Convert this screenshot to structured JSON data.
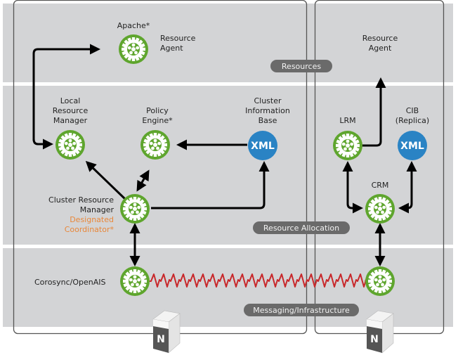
{
  "colors": {
    "band": "#d3d4d6",
    "node_outline": "#555555",
    "gear_green": "#5ea52d",
    "xml_blue": "#2a83c4",
    "pill": "#6a6a6a",
    "heartbeat_red": "#c8282b",
    "designated_orange": "#e8873a",
    "arrow": "#000000"
  },
  "layers": [
    {
      "id": "resources",
      "label": "Resources"
    },
    {
      "id": "allocation",
      "label": "Resource Allocation"
    },
    {
      "id": "messaging",
      "label": "Messaging/Infrastructure"
    }
  ],
  "node1": {
    "apache": {
      "title": "Apache*",
      "side_label": [
        "Resource",
        "Agent"
      ]
    },
    "lrm": {
      "label": [
        "Local",
        "Resource",
        "Manager"
      ]
    },
    "pe": {
      "label": [
        "Policy",
        "Engine*"
      ]
    },
    "cib": {
      "label": [
        "Cluster",
        "Information",
        "Base"
      ],
      "icon_text": "XML"
    },
    "crm": {
      "label": [
        "Cluster Resource",
        "Manager"
      ],
      "dc_label": [
        "Designated",
        "Coordinator*"
      ]
    },
    "messaging": {
      "label": "Corosync/OpenAIS"
    },
    "server_letter": "N"
  },
  "node2": {
    "ra": {
      "label": [
        "Resource",
        "Agent"
      ]
    },
    "lrm": {
      "label": "LRM"
    },
    "cib": {
      "label": [
        "CIB",
        "(Replica)"
      ],
      "icon_text": "XML"
    },
    "crm": {
      "label": "CRM"
    },
    "server_letter": "N"
  }
}
